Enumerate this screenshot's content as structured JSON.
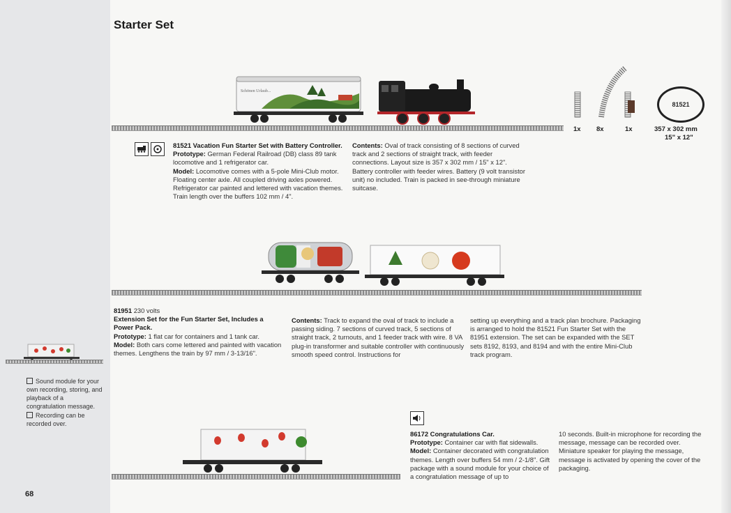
{
  "page": {
    "title": "Starter Set",
    "page_number": "68"
  },
  "set_81521": {
    "heading": "81521 Vacation Fun Starter Set with Battery Controller.",
    "prototype_label": "Prototype:",
    "prototype_text": "German Federal Railroad (DB) class 89 tank locomotive and 1 refrigerator car.",
    "model_label": "Model:",
    "model_text": "Locomotive comes with a 5-pole Mini-Club motor. Floating center axle. All coupled driving axles powered. Refrigerator car painted and lettered with vacation themes. Train length over the buffers 102 mm / 4\".",
    "contents_label": "Contents:",
    "contents_text": "Oval of track consisting of 8 sections of curved track and 2 sections of straight track, with feeder connections. Layout size is 357 x 302 mm / 15\" x 12\". Battery controller with feeder wires. Battery (9 volt transistor unit) no included. Train is packed in see-through miniature suitcase.",
    "car_lettering": "Schönen Urlaub...",
    "track_counts": [
      "1x",
      "8x",
      "1x"
    ],
    "layout_badge": "81521",
    "layout_mm": "357 x 302 mm",
    "layout_in": "15\" x 12\""
  },
  "set_81951": {
    "number": "81951",
    "voltage": "230 volts",
    "heading": "Extension Set for the Fun Starter Set, Includes a Power Pack.",
    "prototype_label": "Prototype:",
    "prototype_text": "1 flat car for containers and 1 tank car.",
    "model_label": "Model:",
    "model_text": "Both cars come lettered and painted with vacation themes. Lengthens the train by 97 mm / 3-13/16\".",
    "contents_label": "Contents:",
    "contents_text": "Track to expand the oval of track to include a passing siding. 7 sections of curved track, 5 sections of straight track, 2 turnouts, and 1 feeder track with wire. 8 VA plug-in transformer and suitable controller with continuously smooth speed control. Instructions for",
    "contents_cont": "setting up everything and a track plan brochure. Packaging is arranged to hold the 81521 Fun Starter Set with the 81951 extension. The set can be expanded with the SET sets 8192, 8193, and 8194 and with the entire Mini-Club track program."
  },
  "car_86172": {
    "heading": "86172 Congratulations Car.",
    "prototype_label": "Prototype:",
    "prototype_text": "Container car with flat sidewalls.",
    "model_label": "Model:",
    "model_text": "Container decorated with congratulation themes. Length over buffers 54 mm / 2-1/8\". Gift package with a sound module for your choice of a congratulation message of up to",
    "model_cont": "10 seconds. Built-in microphone for recording the message, message can be recorded over. Miniature speaker for playing the message, message is activated by opening the cover of the packaging."
  },
  "sidebar": {
    "bullets": [
      "Sound module for your own recording, storing, and playback of a congratulation message.",
      "Recording can be recorded over."
    ]
  },
  "colors": {
    "sidebar": "#e6e7e9",
    "locomotive": "#1a1a1a",
    "locomotive_red": "#b3262a",
    "tomato": "#d63a1e",
    "ladybug": "#d23a2e"
  }
}
